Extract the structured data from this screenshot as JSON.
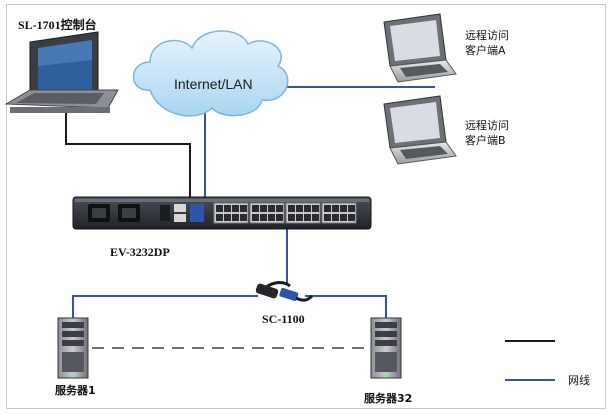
{
  "console": {
    "label": "SL-1701控制台"
  },
  "cloud": {
    "label": "Internet/LAN"
  },
  "remote_a": {
    "line1": "远程访问",
    "line2": "客户端A"
  },
  "remote_b": {
    "line1": "远程访问",
    "line2": "客户端B"
  },
  "switch": {
    "label": "EV-3232DP"
  },
  "adapter": {
    "label": "SC-1100"
  },
  "server_1": {
    "label": "服务器1"
  },
  "server_32": {
    "label": "服务器32"
  },
  "legend": {
    "network_label": "网线"
  },
  "colors": {
    "network_line": "#3a4fb0",
    "kvm_line": "#1a1a1a",
    "cloud_fill": "#bfe2f7",
    "device_dark": "#2b2f36"
  }
}
